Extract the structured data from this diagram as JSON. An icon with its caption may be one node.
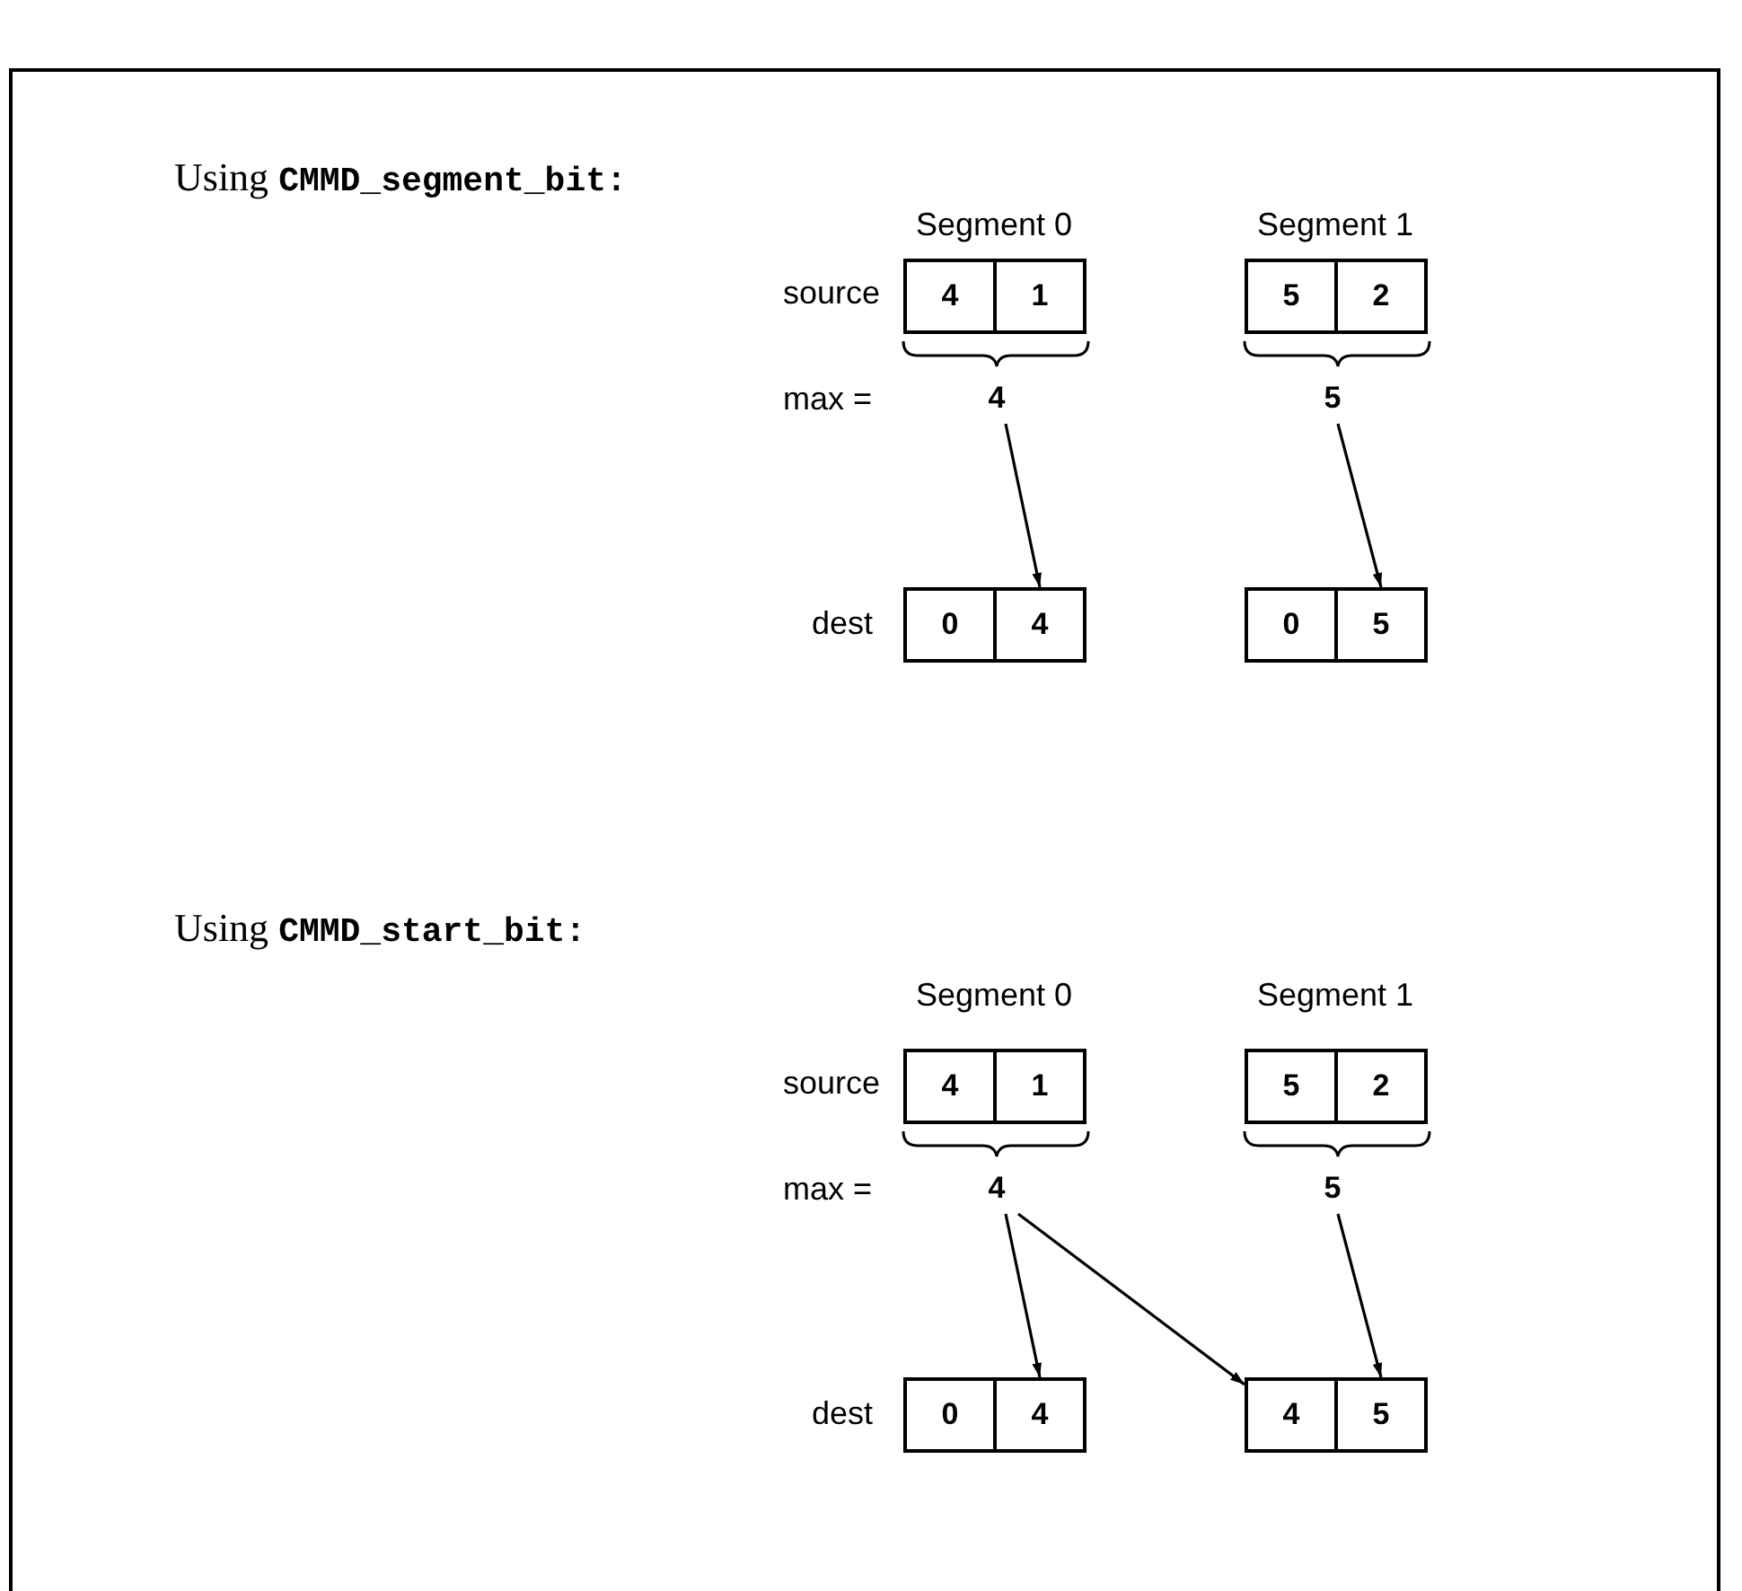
{
  "diagram": {
    "nodes": [
      {
        "text": [
          "4"
        ]
      },
      {
        "text": [
          "1"
        ]
      },
      {
        "text": [
          "5"
        ]
      },
      {
        "text": [
          "2"
        ]
      },
      {
        "text": [
          "4"
        ]
      },
      {
        "text": [
          "5"
        ]
      },
      {
        "text": [
          "0"
        ]
      },
      {
        "text": [
          "4"
        ]
      },
      {
        "text": [
          "0"
        ]
      },
      {
        "text": [
          "5"
        ]
      },
      {
        "text": [
          "4"
        ]
      },
      {
        "text": [
          "1"
        ]
      },
      {
        "text": [
          "5"
        ]
      },
      {
        "text": [
          "2"
        ]
      },
      {
        "text": [
          "4"
        ]
      },
      {
        "text": [
          "5"
        ]
      },
      {
        "text": [
          "0"
        ]
      },
      {
        "text": [
          "4"
        ]
      },
      {
        "text": [
          "4"
        ]
      },
      {
        "text": [
          "5"
        ]
      }
    ],
    "edges": [
      {
        "from": 4,
        "to": 7,
        "arrow": "to"
      },
      {
        "from": 5,
        "to": 9,
        "arrow": "to"
      },
      {
        "from": 14,
        "to": 17,
        "arrow": "to"
      },
      {
        "from": 14,
        "to": 18,
        "arrow": "to"
      },
      {
        "from": 15,
        "to": 19,
        "arrow": "to"
      }
    ],
    "labels": [
      "Using CMMD_segment_bit:",
      "Segment 0",
      "Segment 1",
      "source",
      "max =",
      "dest",
      "Using CMMD_start_bit:",
      "Segment 0",
      "Segment 1",
      "source",
      "max =",
      "dest"
    ]
  }
}
